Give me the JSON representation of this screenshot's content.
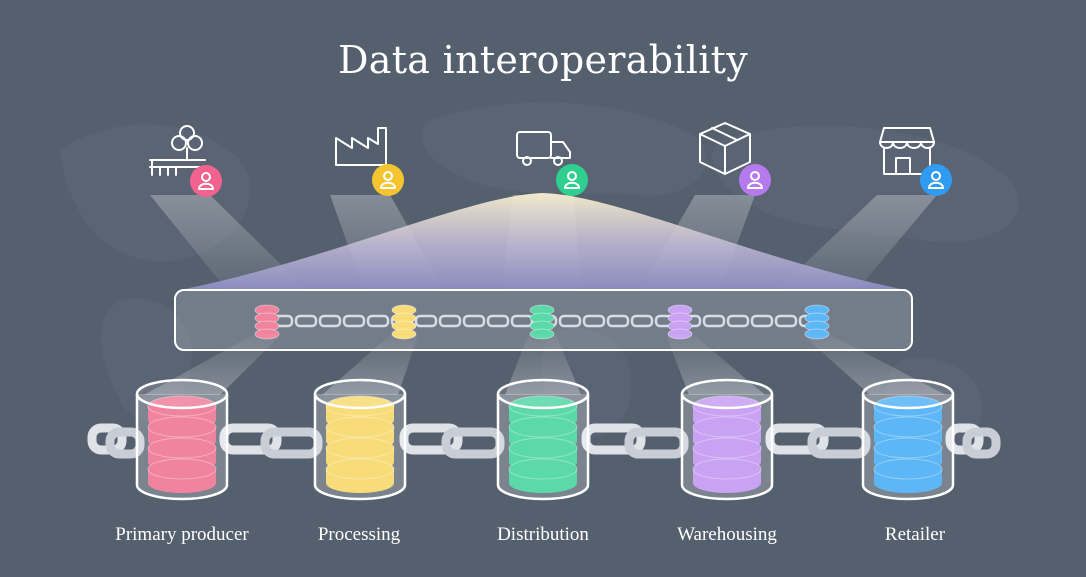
{
  "title": "Data interoperability",
  "stages": [
    {
      "label": "Primary producer",
      "icon": "tree-planting-icon",
      "color": "#f2628f",
      "db_color": "#f0849f"
    },
    {
      "label": "Processing",
      "icon": "factory-icon",
      "color": "#f5c531",
      "db_color": "#f8dc79"
    },
    {
      "label": "Distribution",
      "icon": "delivery-truck-icon",
      "color": "#2fcf8f",
      "db_color": "#5bd9a9"
    },
    {
      "label": "Warehousing",
      "icon": "package-box-icon",
      "color": "#b57bee",
      "db_color": "#c9a2f3"
    },
    {
      "label": "Retailer",
      "icon": "storefront-icon",
      "color": "#2f9bf2",
      "db_color": "#5db6f5"
    }
  ],
  "colors": {
    "background": "#55606f",
    "line": "#ffffff",
    "glow_top": "#f7efcf",
    "glow_bottom": "#8f8fc8"
  }
}
